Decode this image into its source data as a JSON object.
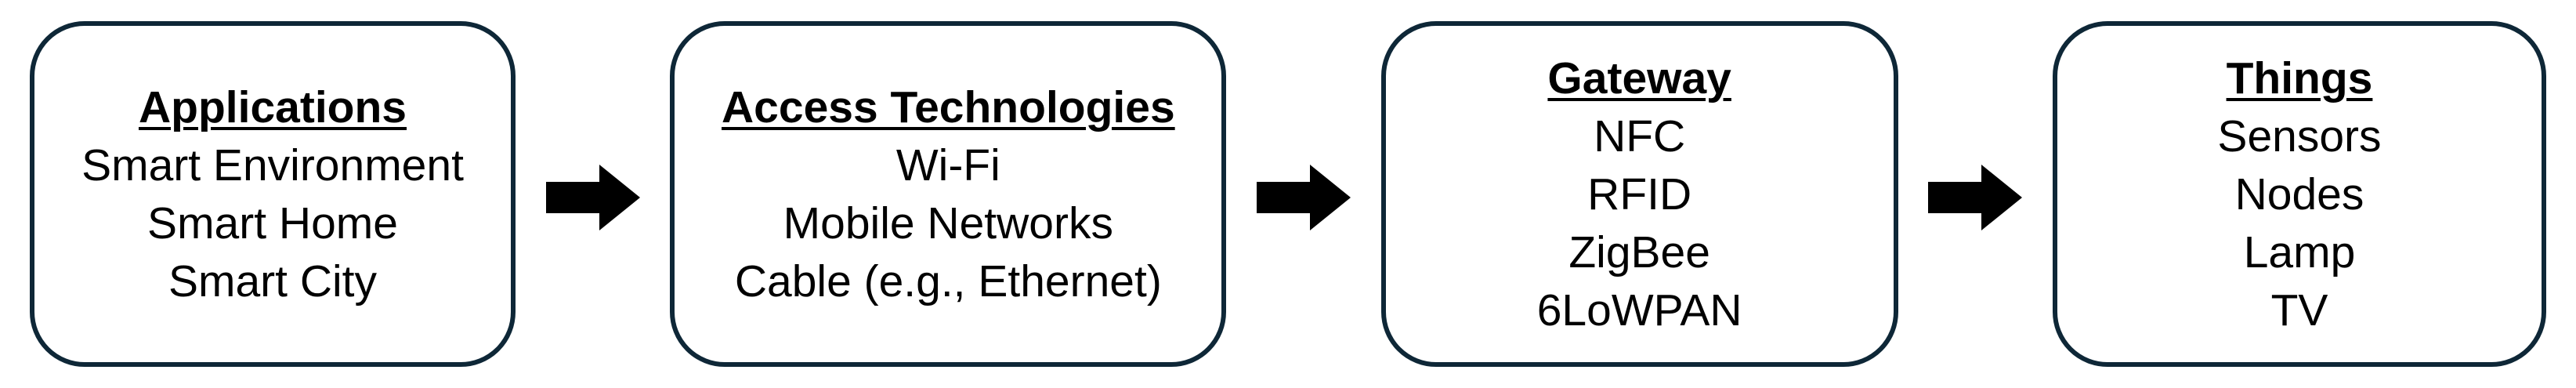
{
  "diagram": {
    "description": "IoT architecture flow diagram with four rounded boxes connected by right-pointing block arrows",
    "boxes": [
      {
        "title": "Applications",
        "items": [
          "Smart Environment",
          "Smart Home",
          "Smart City"
        ]
      },
      {
        "title": "Access Technologies",
        "items": [
          "Wi-Fi",
          "Mobile Networks",
          "Cable (e.g., Ethernet)"
        ]
      },
      {
        "title": "Gateway",
        "items": [
          "NFC",
          "RFID",
          "ZigBee",
          "6LoWPAN"
        ]
      },
      {
        "title": "Things",
        "items": [
          "Sensors",
          "Nodes",
          "Lamp",
          "TV"
        ]
      }
    ],
    "arrows": [
      {
        "icon": "right-block-arrow-icon",
        "direction": "right"
      },
      {
        "icon": "right-block-arrow-icon",
        "direction": "right"
      },
      {
        "icon": "right-block-arrow-icon",
        "direction": "right"
      }
    ],
    "colors": {
      "box_border": "#0e2737",
      "arrow": "#000000",
      "text": "#000000",
      "background": "#ffffff"
    }
  }
}
